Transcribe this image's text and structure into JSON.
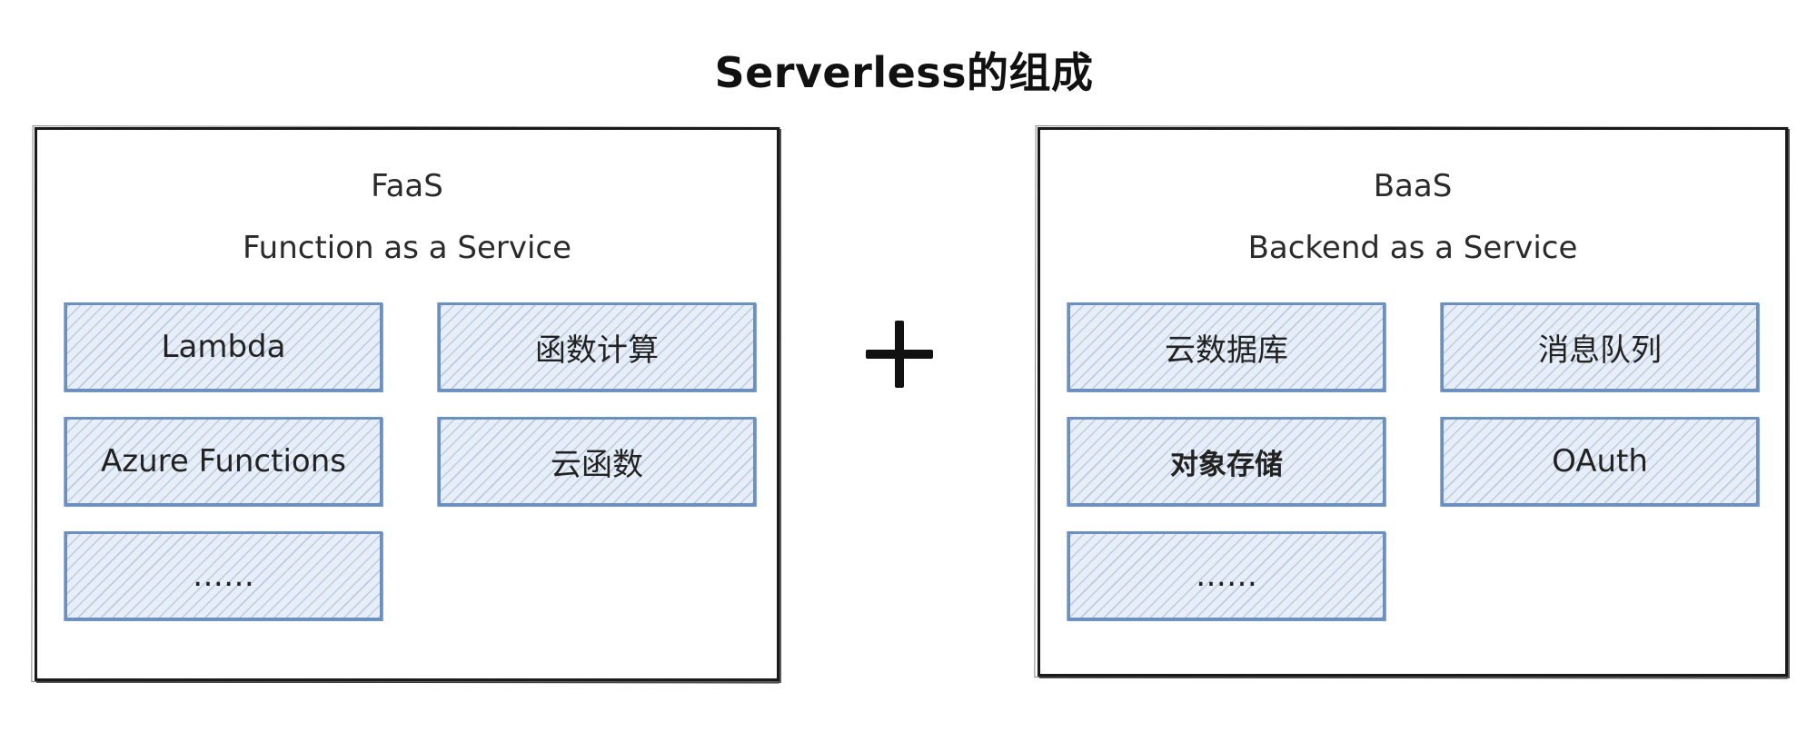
{
  "title": "Serverless的组成",
  "operator": "+",
  "faas": {
    "name": "FaaS",
    "full_name": "Function as a Service",
    "items": [
      "Lambda",
      "函数计算",
      "Azure Functions",
      "云函数",
      "……"
    ]
  },
  "baas": {
    "name": "BaaS",
    "full_name": "Backend as a Service",
    "items": [
      "云数据库",
      "消息队列",
      "对象存储",
      "OAuth",
      "……"
    ]
  },
  "colors": {
    "item_border": "#6b90bf",
    "item_fill": "#e7eef7",
    "panel_border": "#1a1a1a"
  }
}
